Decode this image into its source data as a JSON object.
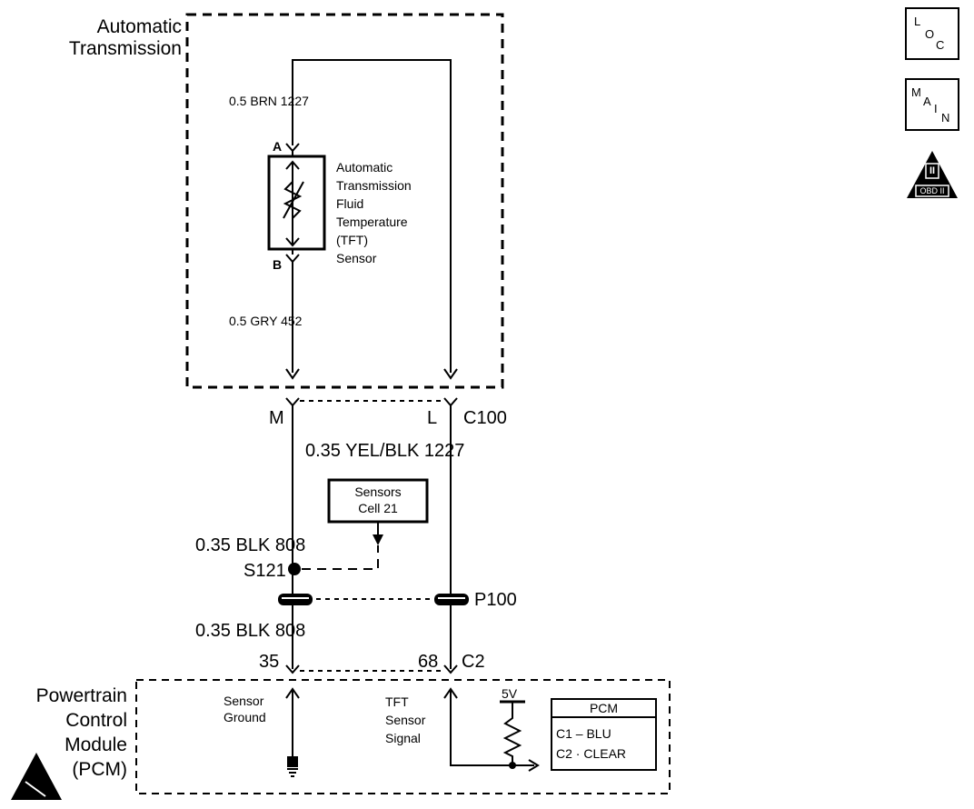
{
  "regions": {
    "automatic_transmission": "Automatic\nTransmission",
    "pcm_module": "Powertrain\nControl\nModule\n(PCM)"
  },
  "tft_sensor": {
    "label": "Automatic\nTransmission\nFluid\nTemperature\n(TFT)\nSensor",
    "terminal_a": "A",
    "terminal_b": "B"
  },
  "wires": {
    "brn_1227": "0.5 BRN  1227",
    "gry_452": "0.5 GRY  452",
    "yel_blk_1227": "0.35 YEL/BLK  1227",
    "blk_808_upper": "0.35 BLK  808",
    "blk_808_lower": "0.35 BLK  808"
  },
  "connectors": {
    "c100_m": "M",
    "c100_l": "L",
    "c100": "C100",
    "s121": "S121",
    "p100": "P100",
    "pin_35": "35",
    "pin_68": "68",
    "c2": "C2"
  },
  "reference_box": "Sensors\nCell 21",
  "pcm_internal": {
    "sensor_ground": "Sensor\nGround",
    "tft_signal": "TFT\nSensor\nSignal",
    "voltage": "5V"
  },
  "pcm_legend": {
    "title": "PCM",
    "line1": "C1  –  BLU",
    "line2": "C2  ·   CLEAR"
  },
  "nav": {
    "loc": {
      "l1": "L",
      "l2": "O",
      "l3": "C"
    },
    "main": {
      "l1": "M",
      "l2": "A",
      "l3": "I",
      "l4": "N"
    },
    "obd": {
      "roman": "II",
      "text": "OBD II"
    }
  }
}
